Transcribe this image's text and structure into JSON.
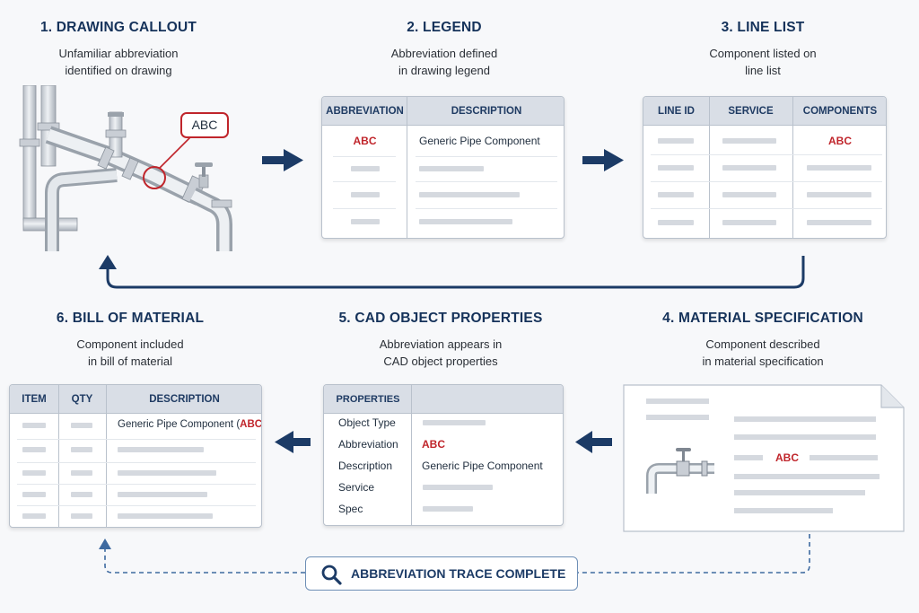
{
  "steps": {
    "s1": {
      "title": "1. DRAWING CALLOUT",
      "sub1": "Unfamiliar abbreviation",
      "sub2": "identified on drawing",
      "callout": "ABC"
    },
    "s2": {
      "title": "2. LEGEND",
      "sub1": "Abbreviation defined",
      "sub2": "in drawing legend",
      "headers": [
        "ABBREVIATION",
        "DESCRIPTION"
      ],
      "abbr": "ABC",
      "desc": "Generic Pipe Component"
    },
    "s3": {
      "title": "3. LINE LIST",
      "sub1": "Component listed on",
      "sub2": "line list",
      "headers": [
        "LINE ID",
        "SERVICE",
        "COMPONENTS"
      ],
      "abbr": "ABC"
    },
    "s4": {
      "title": "4. MATERIAL SPECIFICATION",
      "sub1": "Component described",
      "sub2": "in material specification",
      "abbr": "ABC"
    },
    "s5": {
      "title": "5. CAD OBJECT PROPERTIES",
      "sub1": "Abbreviation appears in",
      "sub2": "CAD object properties",
      "header": "PROPERTIES",
      "props": [
        "Object Type",
        "Abbreviation",
        "Description",
        "Service",
        "Spec"
      ],
      "abbr": "ABC",
      "desc": "Generic Pipe Component"
    },
    "s6": {
      "title": "6. BILL OF MATERIAL",
      "sub1": "Component included",
      "sub2": "in bill of material",
      "headers": [
        "ITEM",
        "QTY",
        "DESCRIPTION"
      ],
      "desc_prefix": "Generic Pipe Component (",
      "abbr": "ABC",
      "desc_suffix": ")"
    }
  },
  "trace": {
    "label": "ABBREVIATION TRACE COMPLETE",
    "icon": "magnifier-icon"
  },
  "colors": {
    "navy": "#15325a",
    "accent_red": "#c0252b",
    "arrow": "#1c3b66"
  }
}
